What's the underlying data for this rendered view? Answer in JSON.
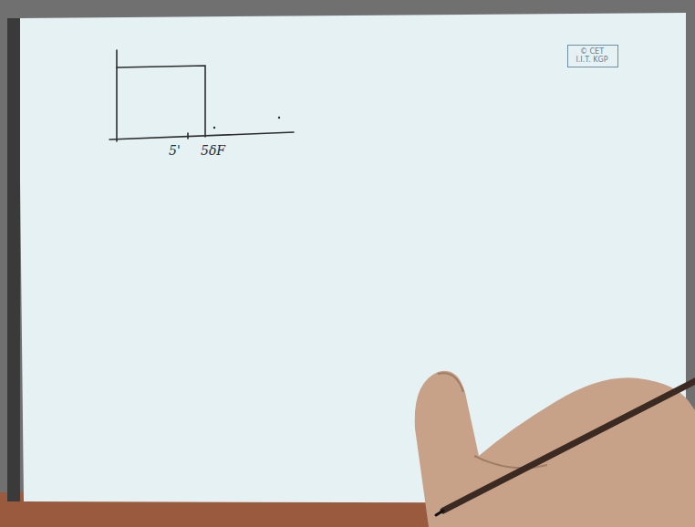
{
  "diagram": {
    "nodes": [
      {
        "text": [
          "© CET I.I.T. KGP"
        ]
      }
    ],
    "labels": [
      "5'",
      "5δF"
    ]
  }
}
